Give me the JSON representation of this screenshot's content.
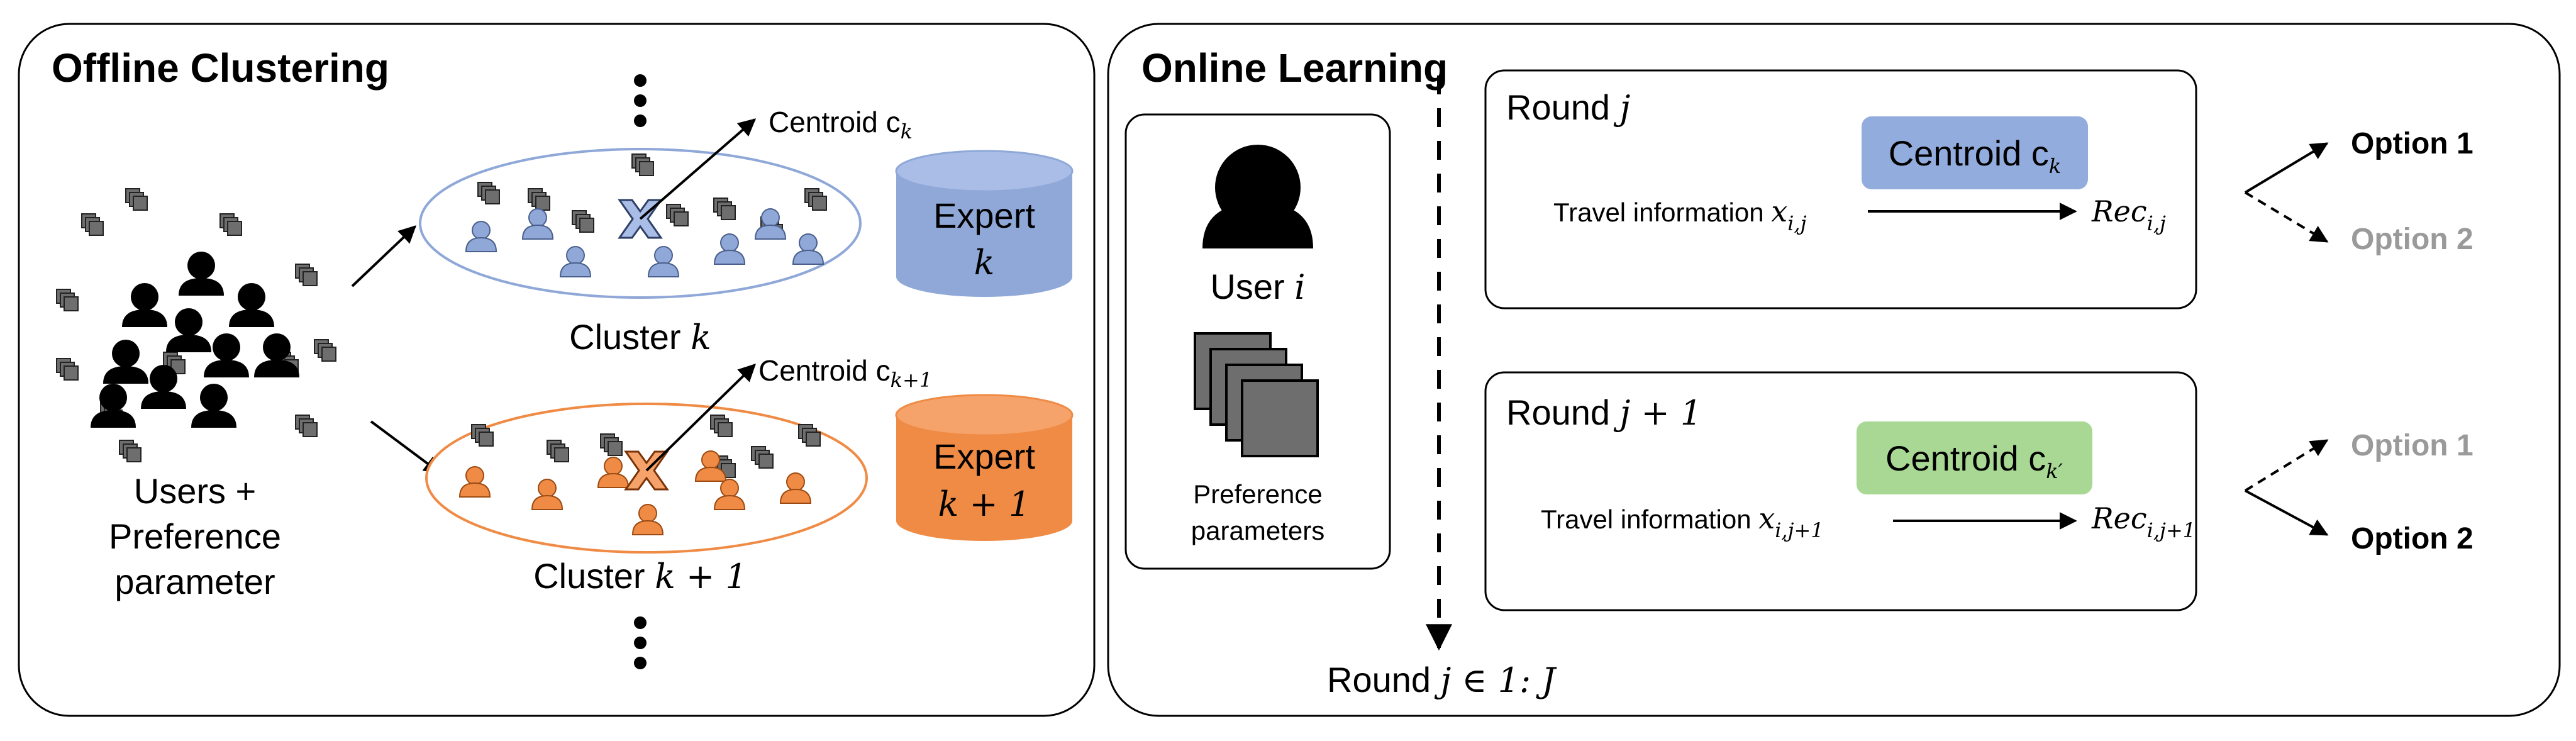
{
  "offline": {
    "title": "Offline Clustering",
    "users_label": [
      "Users +",
      "Preference",
      "parameter"
    ],
    "cluster_k": {
      "label_text": "Cluster ",
      "label_math": "k",
      "centroid_text": "Centroid c",
      "centroid_sub": "k",
      "expert_text": "Expert",
      "expert_math": "k",
      "person_color": "#8fa8d8",
      "expert_color": "#8fa8d8"
    },
    "cluster_k1": {
      "label_text": "Cluster ",
      "label_math": "k + 1",
      "centroid_text": "Centroid c",
      "centroid_sub": "k+1",
      "expert_text": "Expert",
      "expert_math": "k + 1",
      "person_color": "#ef8b45",
      "expert_color": "#ef8b45"
    }
  },
  "online": {
    "title": "Online Learning",
    "user_text": "User ",
    "user_math": "i",
    "pref_label": [
      "Preference",
      "parameters"
    ],
    "round_axis_text": "Round ",
    "round_axis_math": "j ∈ 1: J",
    "round_j": {
      "title_text": "Round ",
      "title_math": "j",
      "centroid_text": "Centroid c",
      "centroid_sub": "k",
      "centroid_color": "#93acde",
      "travel_text": "Travel information ",
      "travel_math": "x",
      "travel_sub": "i,j",
      "rec_math": "Rec",
      "rec_sub": "i,j",
      "options": [
        {
          "label": "Option 1",
          "active": true
        },
        {
          "label": "Option 2",
          "active": false
        }
      ]
    },
    "round_j1": {
      "title_text": "Round ",
      "title_math": "j + 1",
      "centroid_text": "Centroid c",
      "centroid_sub": "k′",
      "centroid_color": "#a9d895",
      "travel_text": "Travel information ",
      "travel_math": "x",
      "travel_sub": "i,j+1",
      "rec_math": "Rec",
      "rec_sub": "i,j+1",
      "options": [
        {
          "label": "Option 1",
          "active": false
        },
        {
          "label": "Option 2",
          "active": true
        }
      ]
    }
  },
  "colors": {
    "active_option": "#000000",
    "inactive_option": "#9a9a9a"
  }
}
